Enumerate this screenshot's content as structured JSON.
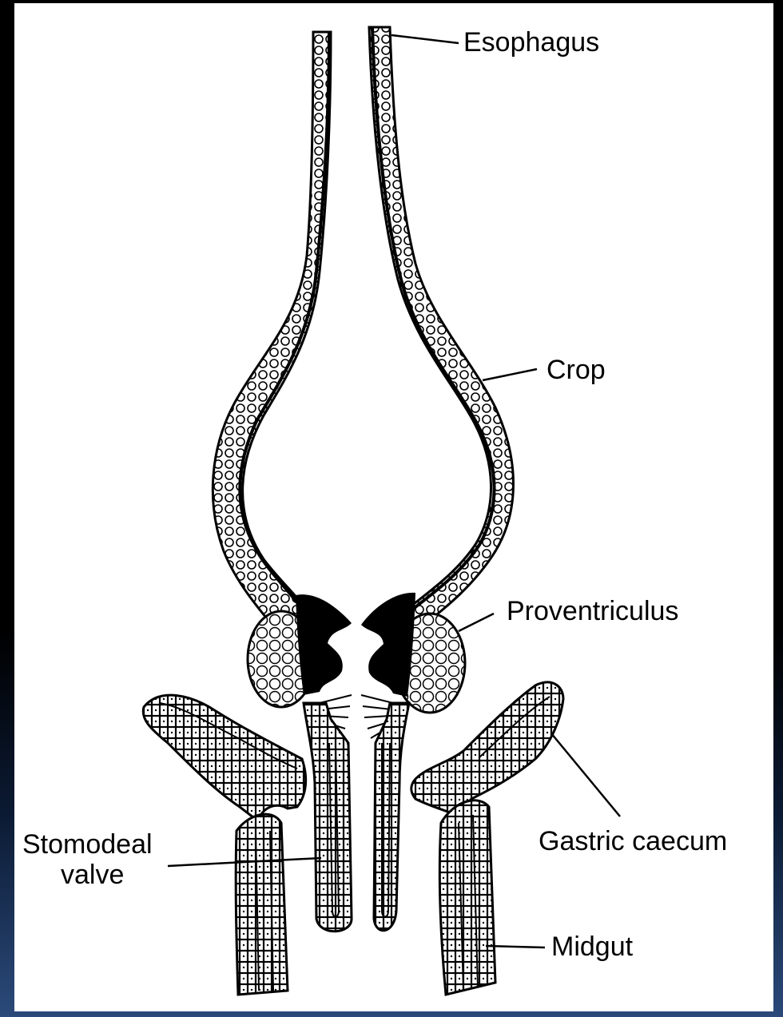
{
  "colors": {
    "background": "#000000",
    "panel": "#ffffff",
    "ink": "#000000",
    "frame_gradient_bottom": "#2b4a7a"
  },
  "labels": {
    "esophagus": "Esophagus",
    "crop": "Crop",
    "proventriculus": "Proventriculus",
    "gastric_caecum": "Gastric caecum",
    "stomodeal_valve_line1": "Stomodeal",
    "stomodeal_valve_line2": "valve",
    "midgut": "Midgut"
  }
}
